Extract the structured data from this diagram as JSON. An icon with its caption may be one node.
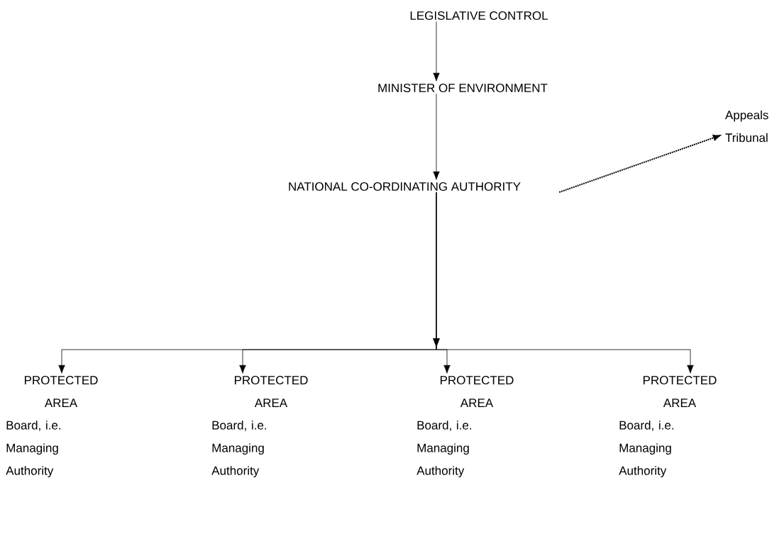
{
  "diagram": {
    "nodes": [
      {
        "text": [
          "LEGISLATIVE CONTROL"
        ]
      },
      {
        "text": [
          "MINISTER OF ENVIRONMENT"
        ]
      },
      {
        "text": [
          "NATIONAL CO-ORDINATING AUTHORITY"
        ]
      },
      {
        "text": [
          "Appeals Tribunal"
        ]
      },
      {
        "text": [
          "PROTECTED AREA",
          "Board, i.e. Managing Authority"
        ]
      },
      {
        "text": [
          "PROTECTED AREA",
          "Board, i.e. Managing Authority"
        ]
      },
      {
        "text": [
          "PROTECTED AREA",
          "Board, i.e. Managing Authority"
        ]
      },
      {
        "text": [
          "PROTECTED AREA",
          "Board, i.e. Managing Authority"
        ]
      }
    ],
    "edges": [
      {
        "from": 0,
        "to": 1,
        "arrow": "to"
      },
      {
        "from": 1,
        "to": 2,
        "arrow": "to"
      },
      {
        "from": 2,
        "to": 3,
        "arrow": "to",
        "style": "dashed"
      },
      {
        "from": 2,
        "to": 4,
        "arrow": "to"
      },
      {
        "from": 2,
        "to": 5,
        "arrow": "to"
      },
      {
        "from": 2,
        "to": 6,
        "arrow": "to"
      },
      {
        "from": 2,
        "to": 7,
        "arrow": "to"
      }
    ]
  }
}
